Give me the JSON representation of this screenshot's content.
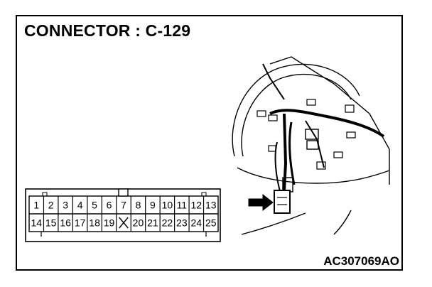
{
  "title": "CONNECTOR : C-129",
  "figure_code": "AC307069AO",
  "connector": {
    "top_row": [
      "1",
      "2",
      "3",
      "4",
      "5",
      "6",
      "7",
      "8",
      "9",
      "10",
      "11",
      "12",
      "13"
    ],
    "bottom_row": [
      "14",
      "15",
      "16",
      "17",
      "18",
      "19",
      "",
      "20",
      "21",
      "22",
      "23",
      "24",
      "25"
    ],
    "empty_cavity_symbol": "X"
  },
  "illustration": {
    "subject": "steering-wheel-wiring-harness",
    "pointer": "arrow-right"
  }
}
